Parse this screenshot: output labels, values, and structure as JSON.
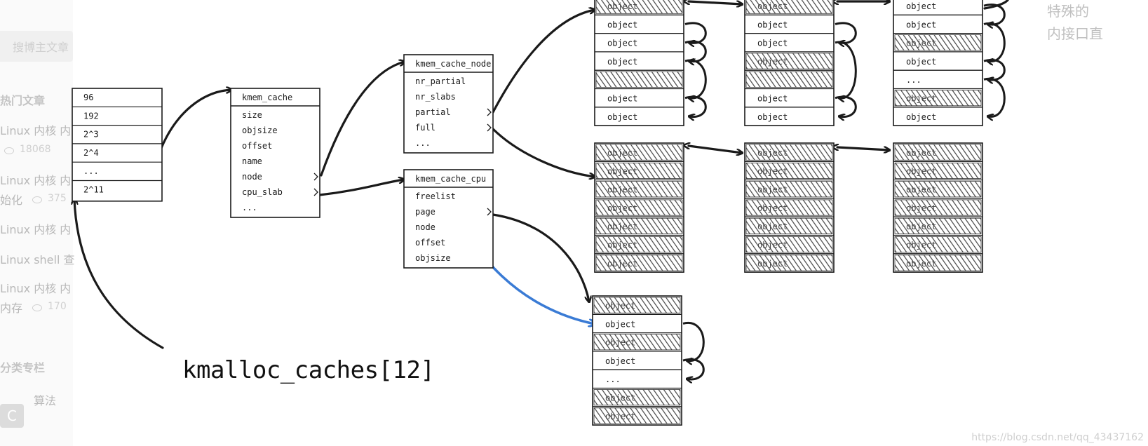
{
  "sidebar": {
    "search_text": "搜博主文章",
    "hot_heading": "热门文章",
    "items": [
      {
        "text": "Linux 内核 内"
      },
      {
        "text": "18068"
      },
      {
        "text": "Linux 内核 内"
      },
      {
        "text": "始化"
      },
      {
        "text": "375"
      },
      {
        "text": "Linux 内核 内"
      },
      {
        "text": "Linux shell 查"
      },
      {
        "text": "Linux 内核 内"
      },
      {
        "text": "内存"
      },
      {
        "text": "170"
      }
    ],
    "category_heading": "分类专栏",
    "category_icon": "C",
    "category_item": "算法"
  },
  "topright": {
    "line1": "特殊的",
    "line2": "内接口直"
  },
  "watermark": "https://blog.csdn.net/qq_43437162",
  "diagram": {
    "kmalloc_label": "kmalloc_caches[12]",
    "size_array": [
      "96",
      "192",
      "2^3",
      "2^4",
      "...",
      "2^11"
    ],
    "kmem_cache": {
      "title": "kmem_cache",
      "fields": [
        "size",
        "objsize",
        "offset",
        "name",
        "node",
        "cpu_slab",
        "..."
      ]
    },
    "kmem_cache_node": {
      "title": "kmem_cache_node",
      "fields": [
        "nr_partial",
        "nr_slabs",
        "partial",
        "full",
        "..."
      ]
    },
    "kmem_cache_cpu": {
      "title": "kmem_cache_cpu",
      "fields": [
        "freelist",
        "page",
        "node",
        "offset",
        "objsize"
      ]
    },
    "object_label": "object",
    "ellipsis": "...",
    "partial_slabs": [
      [
        "object",
        "object",
        "object",
        "object",
        "",
        "object",
        "object"
      ],
      [
        "object",
        "object",
        "object",
        "object",
        "",
        "object",
        "object"
      ],
      [
        "object",
        "object",
        "object",
        "object",
        "...",
        "object",
        "object"
      ]
    ],
    "partial_slab_hatched": [
      [
        true,
        false,
        false,
        false,
        true,
        false,
        false
      ],
      [
        true,
        false,
        false,
        true,
        true,
        false,
        false
      ],
      [
        false,
        false,
        true,
        false,
        false,
        true,
        false
      ]
    ],
    "full_slab_rows": 7,
    "cpu_slab": [
      "object",
      "object",
      "object",
      "object",
      "...",
      "object",
      "object"
    ],
    "cpu_slab_hatched": [
      true,
      false,
      true,
      false,
      false,
      true,
      true
    ],
    "colors": {
      "ink": "#1a1a1a",
      "freelist_arrow": "#3a7bd5",
      "hatch": "#555555"
    }
  }
}
